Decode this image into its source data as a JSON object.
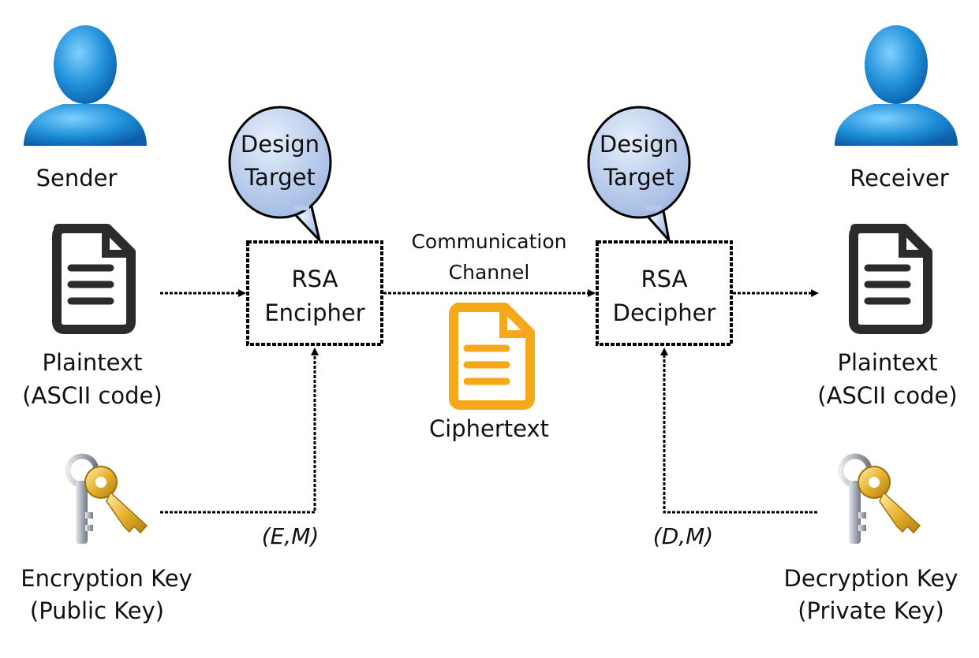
{
  "sender": {
    "label": "Sender",
    "doc_line1": "Plaintext",
    "doc_line2": "(ASCII code)",
    "key_line1": "Encryption Key",
    "key_line2": "(Public Key)",
    "key_pair": "(E,M)"
  },
  "receiver": {
    "label": "Receiver",
    "doc_line1": "Plaintext",
    "doc_line2": "(ASCII code)",
    "key_line1": "Decryption Key",
    "key_line2": "(Private Key)",
    "key_pair": "(D,M)"
  },
  "encipher": {
    "line1": "RSA",
    "line2": "Encipher",
    "bubble_line1": "Design",
    "bubble_line2": "Target"
  },
  "decipher": {
    "line1": "RSA",
    "line2": "Decipher",
    "bubble_line1": "Design",
    "bubble_line2": "Target"
  },
  "channel": {
    "line1": "Communication",
    "line2": "Channel",
    "cipher_label": "Ciphertext"
  },
  "colors": {
    "person": "#1f8fd8",
    "bubble": "#bcd0ee",
    "doc": "#2b2b2b",
    "cipher_doc": "#f4a81a",
    "key_gold": "#e6b32e",
    "key_silver": "#aab0b8"
  }
}
